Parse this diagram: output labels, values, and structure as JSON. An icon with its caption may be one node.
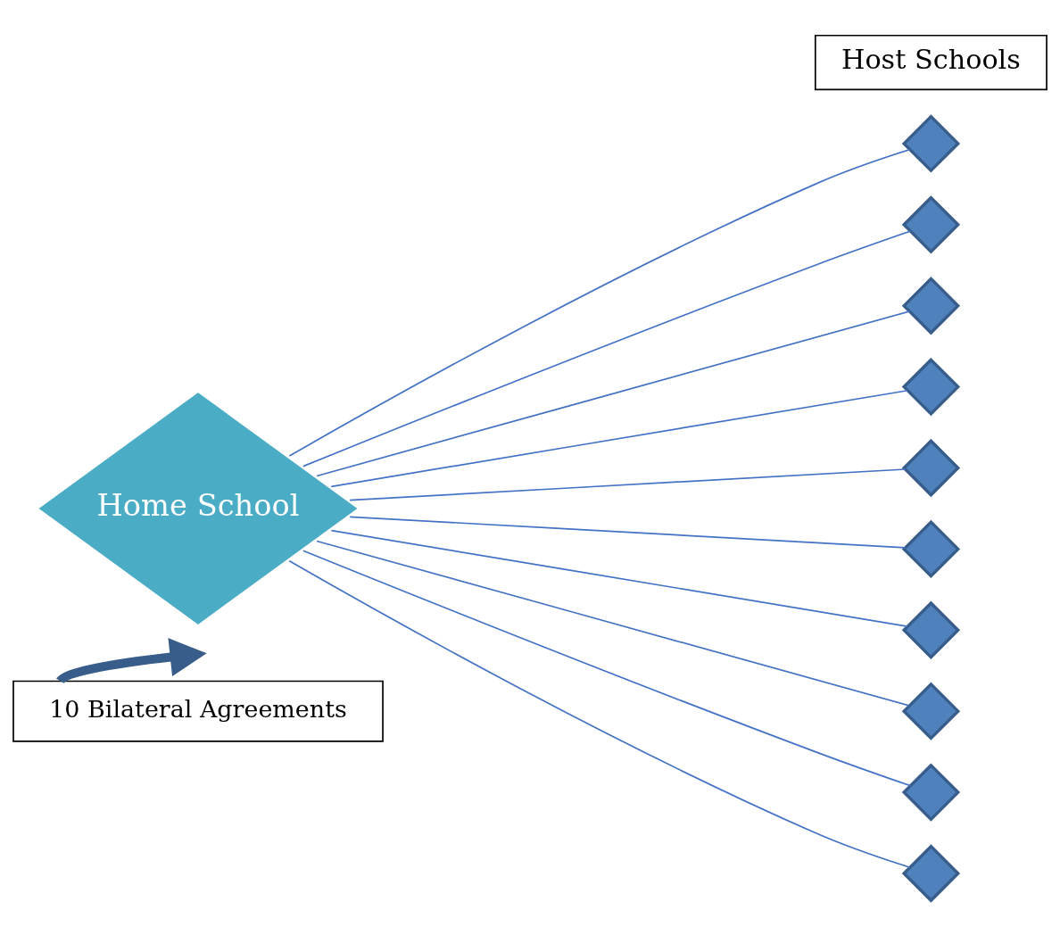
{
  "diagram": {
    "nodes": [
      {
        "text": [
          "Home School"
        ]
      },
      {
        "text": [],
        "shape": "diamond"
      },
      {
        "text": [],
        "shape": "diamond"
      },
      {
        "text": [],
        "shape": "diamond"
      },
      {
        "text": [],
        "shape": "diamond"
      },
      {
        "text": [],
        "shape": "diamond"
      },
      {
        "text": [],
        "shape": "diamond"
      },
      {
        "text": [],
        "shape": "diamond"
      },
      {
        "text": [],
        "shape": "diamond"
      },
      {
        "text": [],
        "shape": "diamond"
      },
      {
        "text": [],
        "shape": "diamond"
      },
      {
        "text": [
          "Host Schools"
        ]
      },
      {
        "text": [
          "10 Bilateral Agreements"
        ]
      }
    ],
    "edges": [
      {
        "from": 0,
        "to": 1,
        "arrow": "none"
      },
      {
        "from": 0,
        "to": 2,
        "arrow": "none"
      },
      {
        "from": 0,
        "to": 3,
        "arrow": "none"
      },
      {
        "from": 0,
        "to": 4,
        "arrow": "none"
      },
      {
        "from": 0,
        "to": 5,
        "arrow": "none"
      },
      {
        "from": 0,
        "to": 6,
        "arrow": "none"
      },
      {
        "from": 0,
        "to": 7,
        "arrow": "none"
      },
      {
        "from": 0,
        "to": 8,
        "arrow": "none"
      },
      {
        "from": 0,
        "to": 9,
        "arrow": "none"
      },
      {
        "from": 0,
        "to": 10,
        "arrow": "none"
      },
      {
        "from": 12,
        "to": null,
        "arrow": "to",
        "style": "thick",
        "color": "#385d8a"
      }
    ]
  }
}
